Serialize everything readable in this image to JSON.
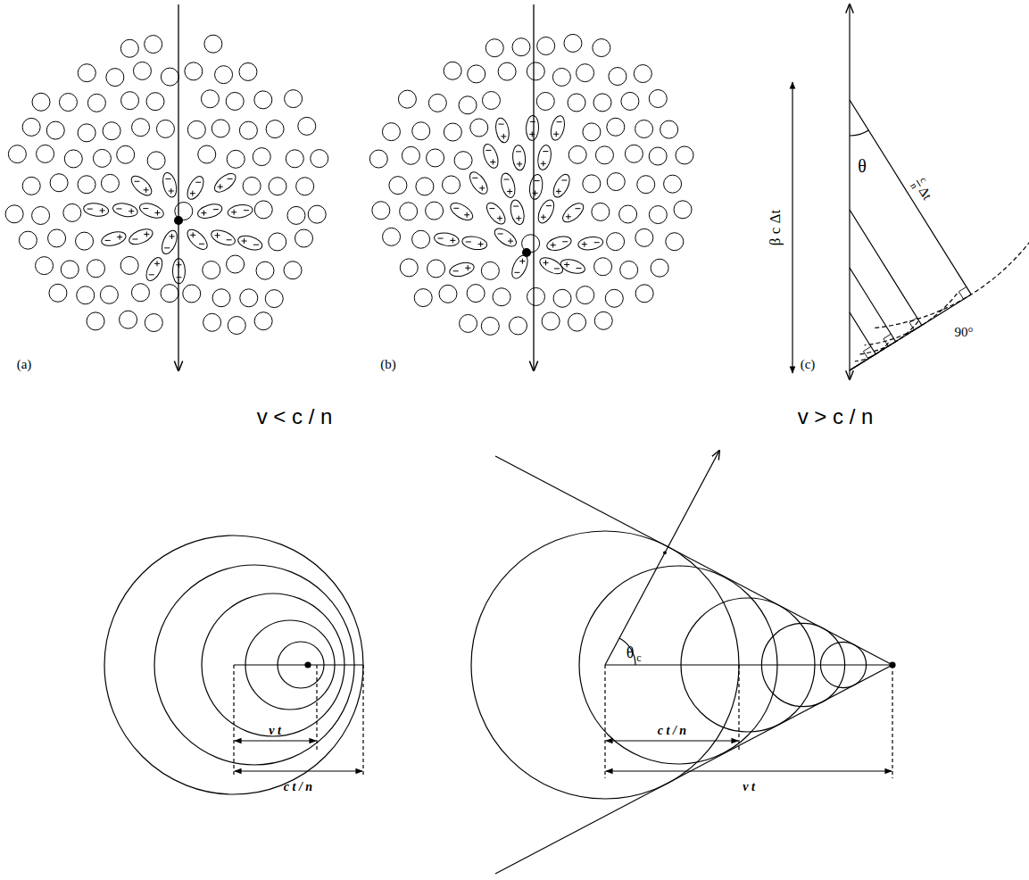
{
  "diagram": {
    "labels": [
      "(a)",
      "(b)",
      "(c)",
      "θ",
      "β c Δt",
      "c",
      "n",
      "Δt",
      "90°",
      "v < c / n",
      "v > c / n",
      "v t",
      "c t / n",
      "θ",
      "c",
      "c t / n",
      "v t"
    ]
  }
}
